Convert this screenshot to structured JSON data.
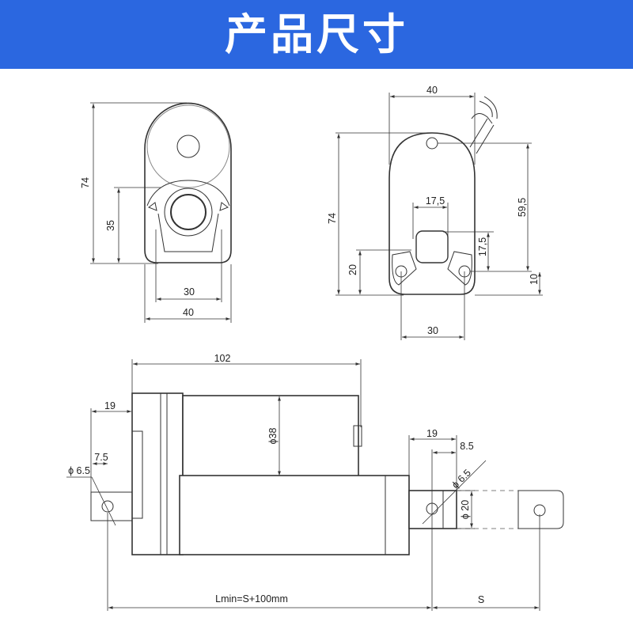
{
  "header": {
    "title": "产品尺寸"
  },
  "front_view": {
    "height_total": "74",
    "height_eye": "35",
    "width_bottom": "30",
    "width_total": "40"
  },
  "rear_view": {
    "width_top": "40",
    "height_total": "74",
    "height_top": "59,5",
    "width_square": "17,5",
    "height_square": "17,5",
    "height_hole": "20",
    "hole_offset": "10",
    "width_holes": "30"
  },
  "side_view": {
    "length_body": "102",
    "offset_rear_hole": "19",
    "diameter_motor": "ϕ38",
    "dim_7_5": "7.5",
    "hole_rear": "ϕ 6.5",
    "offset_front_hole": "19",
    "dim_8_5": "8.5",
    "hole_front": "ϕ 6.5",
    "rod_diameter": "ϕ 20",
    "lmin": "Lmin=S+100mm",
    "stroke": "S"
  }
}
